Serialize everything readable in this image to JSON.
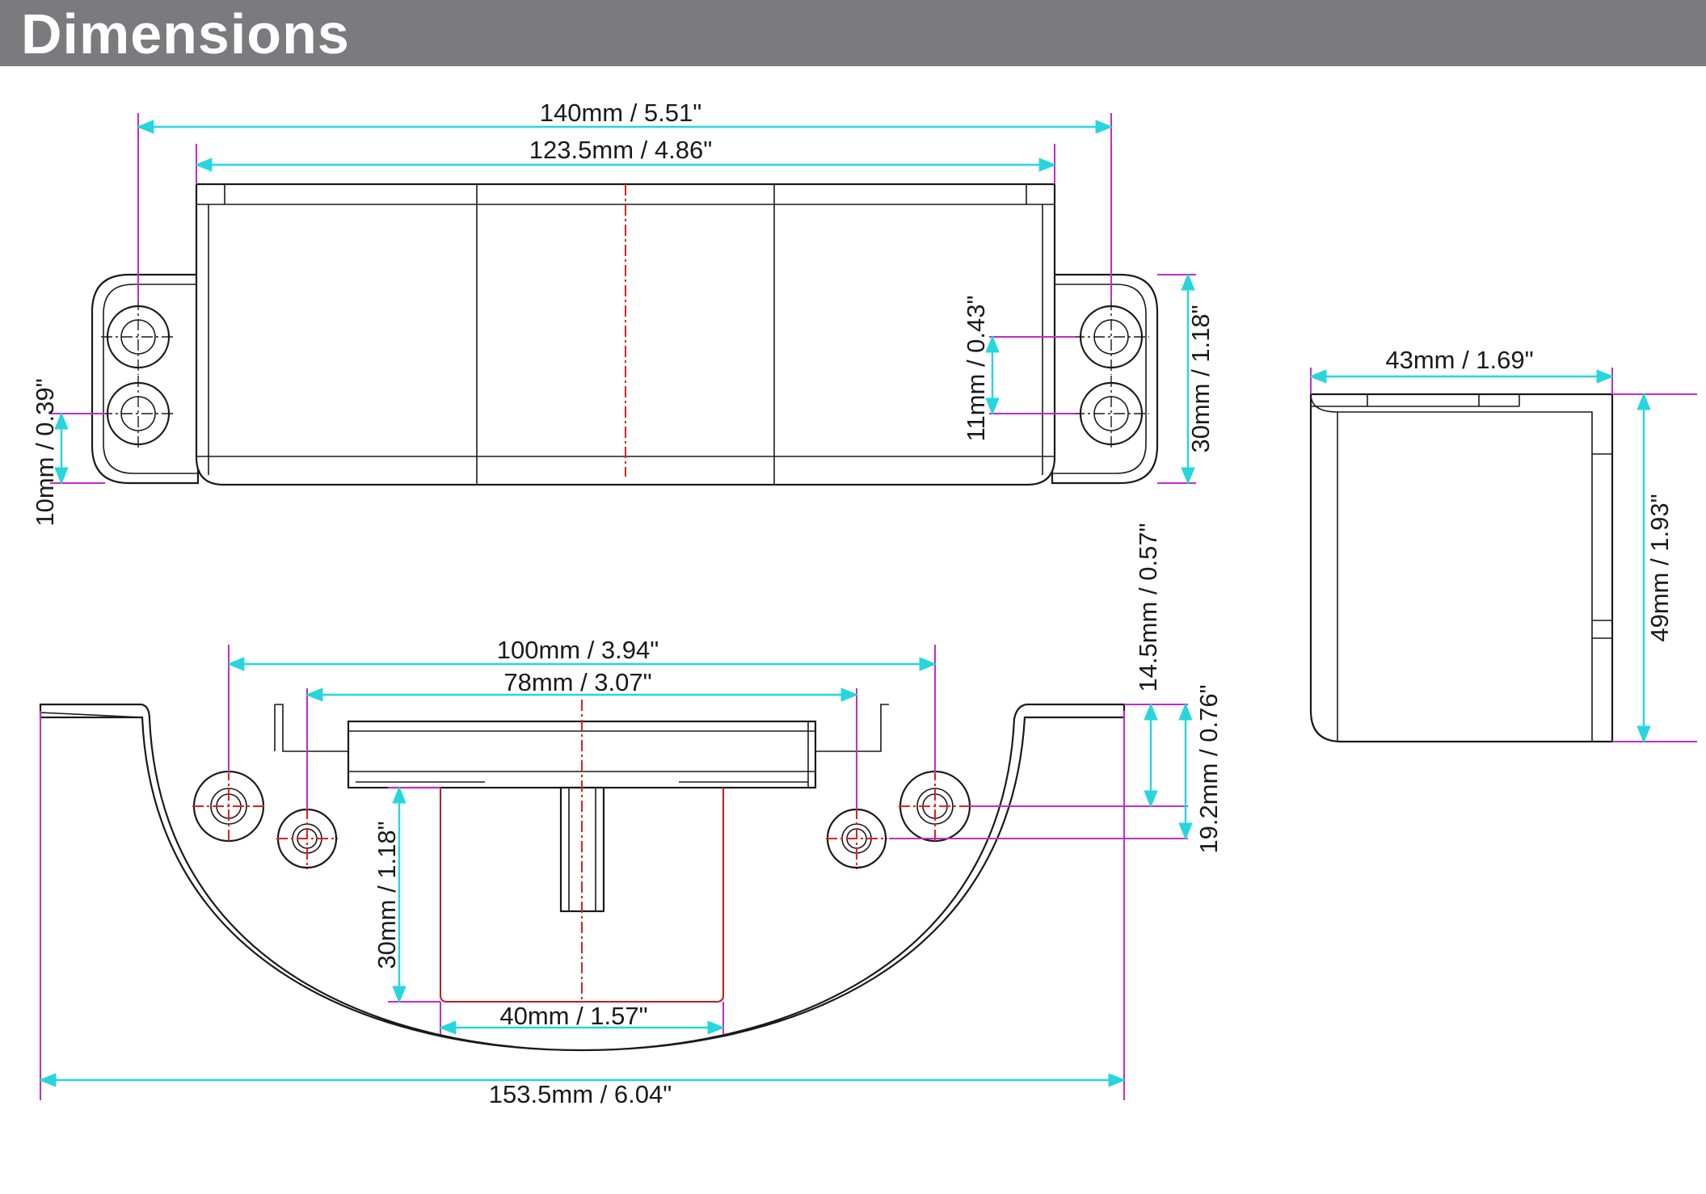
{
  "header": {
    "title": "Dimensions"
  },
  "colors": {
    "header_bg": "#7b7a7e",
    "extension_line": "#c22cc9",
    "dimension_line": "#26d6dc",
    "center_line_red": "#e0211c"
  },
  "top_view": {
    "overall_width": "140mm / 5.51\"",
    "body_width": "123.5mm / 4.86\"",
    "hole_spacing": "11mm / 0.43\"",
    "flange_height": "30mm / 1.18\"",
    "hole_offset": "10mm / 0.39\""
  },
  "side_view": {
    "depth": "43mm / 1.69\"",
    "height": "49mm / 1.93\""
  },
  "bottom_view": {
    "outer_hole_spacing": "100mm / 3.94\"",
    "inner_hole_spacing": "78mm / 3.07\"",
    "slot_depth": "30mm / 1.18\"",
    "slot_width": "40mm / 1.57\"",
    "plate_width": "153.5mm / 6.04\"",
    "hole_offset_outer": "14.5mm / 0.57\"",
    "hole_offset_inner": "19.2mm / 0.76\""
  }
}
